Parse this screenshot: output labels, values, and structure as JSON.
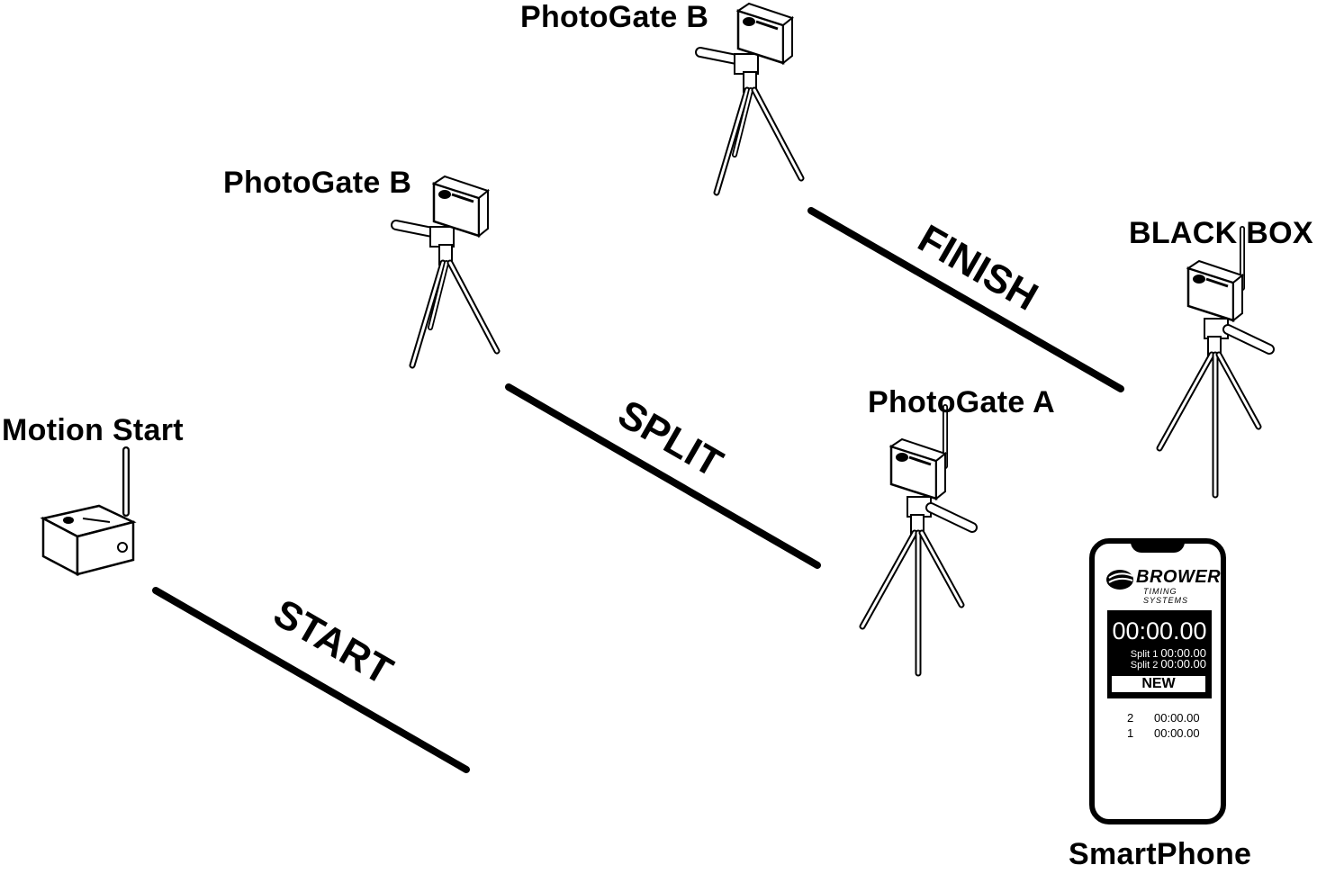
{
  "labels": {
    "motion_start": "Motion Start",
    "photogate_b_top": "PhotoGate B",
    "photogate_b_mid": "PhotoGate B",
    "photogate_a": "PhotoGate A",
    "black_box": "BLACK BOX",
    "smartphone": "SmartPhone"
  },
  "lanes": {
    "start": "START",
    "split": "SPLIT",
    "finish": "FINISH"
  },
  "device_brand": "BROWER",
  "phone": {
    "brand": "BROWER",
    "brand_sub": "TIMING SYSTEMS",
    "main_time": "00:00.00",
    "split1_label": "Split 1",
    "split1_value": "00:00.00",
    "split2_label": "Split 2",
    "split2_value": "00:00.00",
    "new_button": "NEW",
    "history": [
      {
        "num": "2",
        "time": "00:00.00"
      },
      {
        "num": "1",
        "time": "00:00.00"
      }
    ]
  },
  "colors": {
    "ink": "#000000",
    "paper": "#ffffff"
  }
}
